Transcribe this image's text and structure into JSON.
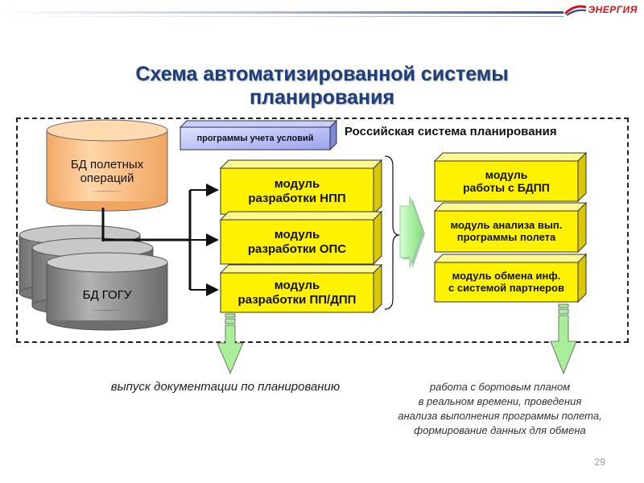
{
  "header": {
    "logo_text": "ЭНЕРГИЯ"
  },
  "title": {
    "line1": "Схема автоматизированной системы",
    "line2": "планирования"
  },
  "databases": {
    "flight_ops": [
      "БД полетных",
      "операций"
    ],
    "gogu": "БД ГОГУ"
  },
  "programs_label": "программы учета условий",
  "left_modules": [
    {
      "line1": "модуль",
      "line2": "разработки НПП"
    },
    {
      "line1": "модуль",
      "line2": "разработки ОПС"
    },
    {
      "line1": "модуль",
      "line2": "разработки ПП/ДПП"
    }
  ],
  "russian_system_title": "Российская система планирования",
  "right_modules": [
    {
      "line1": "модуль",
      "line2": "работы с БДПП"
    },
    {
      "line1": "модуль анализа вып.",
      "line2": "программы полета"
    },
    {
      "line1": "модуль обмена инф.",
      "line2": "с системой партнеров"
    }
  ],
  "captions": {
    "left": "выпуск документации по планированию",
    "right": [
      "работа с бортовым планом",
      "в реальном времени, проведения",
      "анализа выполнения программы полета,",
      "формирование данных для обмена"
    ]
  },
  "page_number": "29",
  "colors": {
    "title": "#1f3f78",
    "box_yellow": "#fff200",
    "db_orange": "#fdc58d",
    "db_gray": "#8c8c8c",
    "arrow_green": "#a9ef9a",
    "logo_red": "#d4141e"
  }
}
